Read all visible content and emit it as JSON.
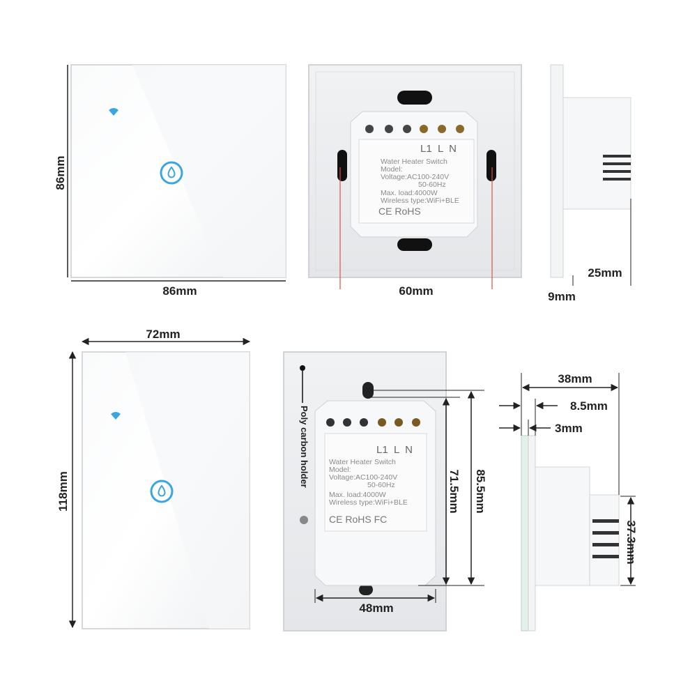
{
  "dimensions": {
    "eu_width": "86mm",
    "eu_height": "86mm",
    "eu_module_width": "60mm",
    "eu_depth": "25mm",
    "eu_glass": "9mm",
    "us_width": "72mm",
    "us_height": "118mm",
    "us_module_inner": "71.5mm",
    "us_module_outer": "85.5mm",
    "us_module_width": "48mm",
    "us_depth": "38mm",
    "us_offset": "8.5mm",
    "us_glass": "3mm",
    "us_module_height": "37.3mm"
  },
  "module_label": {
    "terminals": "L1  L  N",
    "line1": "Water Heater Switch",
    "line2": "Model:",
    "line3": "Voltage:AC100-240V",
    "line4": "50-60Hz",
    "line5": "Max. load:4000W",
    "line6": "Wireless type:WiFi+BLE",
    "certs_eu": "CE RoHS",
    "certs_us": "CE RoHS FC"
  },
  "holder_label": "Poly carbon holder",
  "colors": {
    "accent": "#3aa6e0",
    "guide": "#e0503c"
  }
}
